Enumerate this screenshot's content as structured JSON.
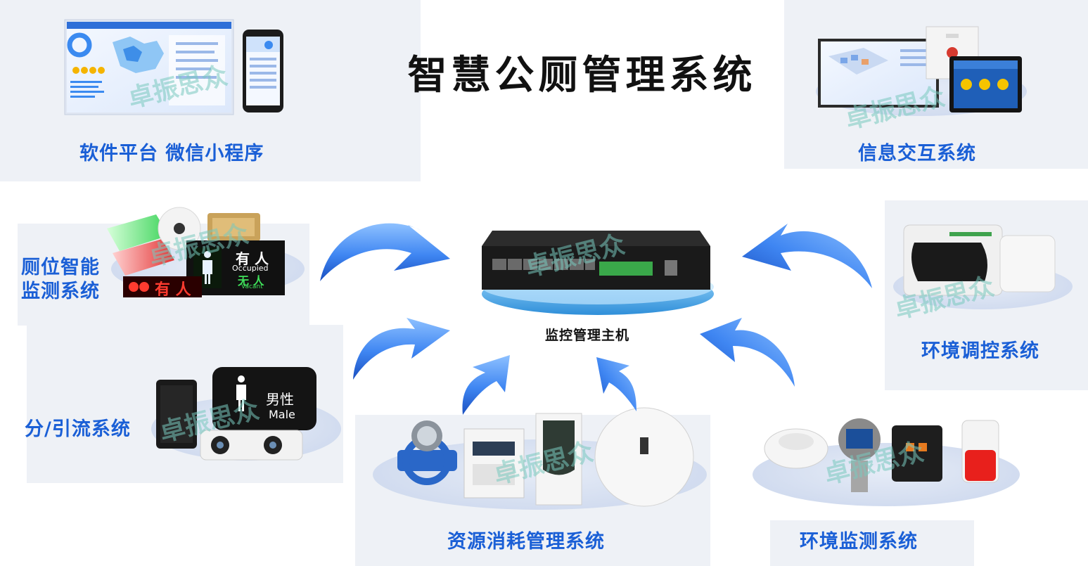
{
  "title": "智慧公厕管理系统",
  "hub": {
    "label": "监控管理主机"
  },
  "modules": {
    "software": {
      "label": "软件平台 微信小程序"
    },
    "info": {
      "label": "信息交互系统"
    },
    "stall": {
      "label_line1": "厕位智能",
      "label_line2": "监测系统"
    },
    "flow": {
      "label": "分/引流系统"
    },
    "env_control": {
      "label": "环境调控系统"
    },
    "resource": {
      "label": "资源消耗管理系统"
    },
    "env_monitor": {
      "label": "环境监测系统"
    }
  },
  "signs": {
    "occupied_cn": "有 人",
    "occupied_en": "Occupied",
    "vacant_cn": "无 人",
    "vacant_en": "Vacant",
    "led_text": "有 人",
    "male_cn": "男性",
    "male_en": "Male"
  },
  "watermark": "卓振思众",
  "colors": {
    "accent": "#1a5fd6",
    "arrow": "#3f86f2",
    "hub_base": "#5fb3ee"
  }
}
